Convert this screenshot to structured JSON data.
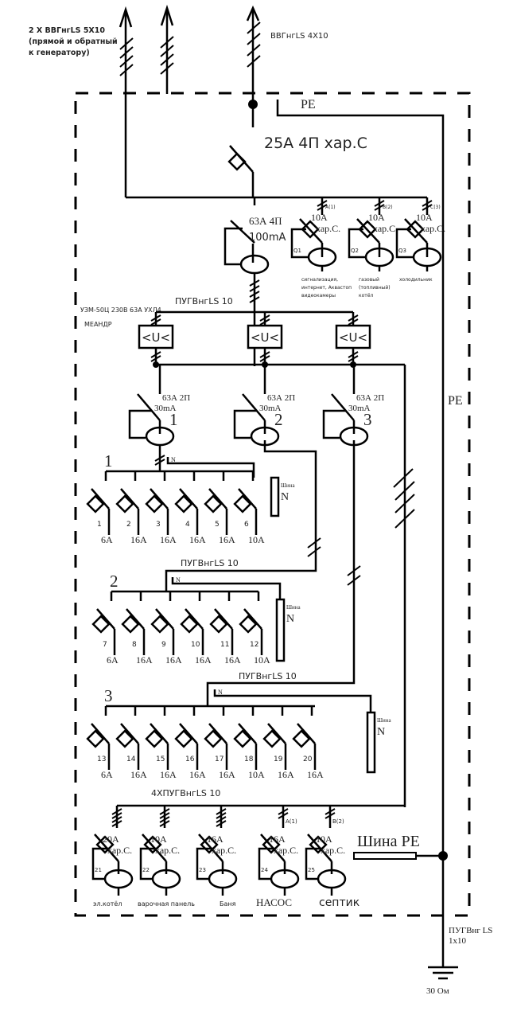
{
  "cables": {
    "generator": [
      "2 X ВВГнгLS 5X10",
      "(прямой и обратный",
      "к генератору)"
    ],
    "input": "ВВГнгLS 4X10",
    "group_feed": "ПУГВнгLS 10",
    "group2_feed": "ПУГВнгLS 10",
    "group3_feed": "ПУГВнгLS 10",
    "bottom_feed": "4ХПУГВнгLS 10",
    "ground": [
      "ПУГВнг LS",
      "1x10"
    ]
  },
  "main_breaker": "25А 4П хар.С",
  "pe_label": "PE",
  "pe_right_label": "PE",
  "main_rcd": {
    "rating": "63А 4П",
    "trip": "100mA"
  },
  "phase_labels": [
    "A(1)",
    "B(2)",
    "C(3)"
  ],
  "top_breakers": [
    {
      "id": "Q1",
      "rating": "10А",
      "char": "хар.С.",
      "load": [
        "сигнализация,",
        "интернет, Аквастоп",
        "видеокамеры"
      ]
    },
    {
      "id": "Q2",
      "rating": "10А",
      "char": "хар.С.",
      "load": [
        "газовый",
        "(топливный)",
        "котёл"
      ]
    },
    {
      "id": "Q3",
      "rating": "10А",
      "char": "хар.С.",
      "load": [
        "холодильник"
      ]
    }
  ],
  "voltage_relay": {
    "label": [
      "УЗМ-50Ц 230В 63А УХЛ4",
      "МЕАНДР"
    ],
    "symbol": "<U<"
  },
  "group_rcds": [
    {
      "rating": "63А 2П",
      "trip": "30mA",
      "number": "1"
    },
    {
      "rating": "63А 2П",
      "trip": "30mA",
      "number": "2"
    },
    {
      "rating": "63А 2П",
      "trip": "30mA",
      "number": "3"
    }
  ],
  "n_label": "N",
  "busbar_n": {
    "title": "Шина",
    "letter": "N"
  },
  "groups": [
    {
      "title": "1",
      "breakers": [
        {
          "n": "1",
          "a": "6А"
        },
        {
          "n": "2",
          "a": "16А"
        },
        {
          "n": "3",
          "a": "16А"
        },
        {
          "n": "4",
          "a": "16А"
        },
        {
          "n": "5",
          "a": "16А"
        },
        {
          "n": "6",
          "a": "10А"
        }
      ]
    },
    {
      "title": "2",
      "breakers": [
        {
          "n": "7",
          "a": "6А"
        },
        {
          "n": "8",
          "a": "16А"
        },
        {
          "n": "9",
          "a": "16А"
        },
        {
          "n": "10",
          "a": "16А"
        },
        {
          "n": "11",
          "a": "16А"
        },
        {
          "n": "12",
          "a": "10А"
        }
      ]
    },
    {
      "title": "3",
      "breakers": [
        {
          "n": "13",
          "a": "6А"
        },
        {
          "n": "14",
          "a": "16А"
        },
        {
          "n": "15",
          "a": "16А"
        },
        {
          "n": "16",
          "a": "16А"
        },
        {
          "n": "17",
          "a": "16А"
        },
        {
          "n": "18",
          "a": "10А"
        },
        {
          "n": "19",
          "a": "16А"
        },
        {
          "n": "20",
          "a": "16А"
        }
      ]
    }
  ],
  "bottom_breakers": [
    {
      "id": "21",
      "rating": "20А",
      "char": "хар.С.",
      "load": "эл.котёл"
    },
    {
      "id": "22",
      "rating": "10А",
      "char": "хар.С.",
      "load": "варочная панель"
    },
    {
      "id": "23",
      "rating": "16А",
      "char": "хар.С.",
      "load": "Баня"
    },
    {
      "id": "24",
      "rating": "16А",
      "char": "хар.С.",
      "load": "НАСОС",
      "phase": "A(1)"
    },
    {
      "id": "25",
      "rating": "10А",
      "char": "хар.С.",
      "load": "септик",
      "phase": "B(2)"
    }
  ],
  "busbar_pe": "Шина PE",
  "ground_resistance": "30 Ом"
}
